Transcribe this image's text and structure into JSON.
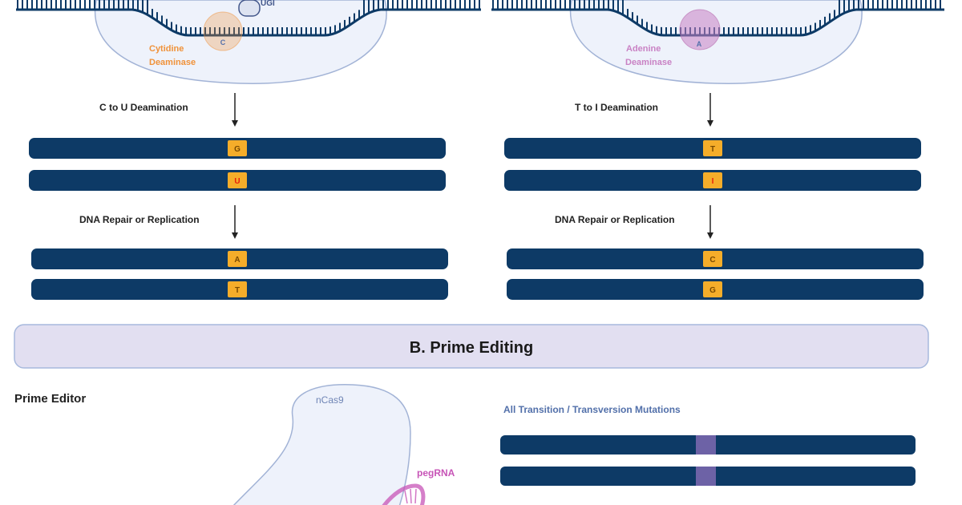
{
  "colors": {
    "strand": "#0d3a66",
    "base_box": "#f5ad2a",
    "base_text": "#7a4a00",
    "base_text_mut": "#e8200b",
    "cas_fill": "#eef2fb",
    "cas_stroke": "#a2b3d6",
    "cytidine": "#f0923a",
    "adenine": "#c982c4",
    "banner_fill": "#e2dff1",
    "banner_stroke": "#a7b9dd",
    "mut_box": "#6d62a6",
    "pegrna": "#c754b7",
    "label_blue": "#5270aa",
    "ugi_fill": "#dde3f1"
  },
  "cbe": {
    "ugi_label": "UGI",
    "deaminase_base": "C",
    "deaminase_line1": "Cytidine",
    "deaminase_line2": "Deaminase",
    "step1_label": "C to U Deamination",
    "step1_top_base": "G",
    "step1_bottom_base": "U",
    "step2_label": "DNA Repair or Replication",
    "step2_top_base": "A",
    "step2_bottom_base": "T"
  },
  "abe": {
    "deaminase_base": "A",
    "deaminase_line1": "Adenine",
    "deaminase_line2": "Deaminase",
    "step1_label": "T to I Deamination",
    "step1_top_base": "T",
    "step1_bottom_base": "I",
    "step2_label": "DNA Repair or Replication",
    "step2_top_base": "C",
    "step2_bottom_base": "G"
  },
  "prime": {
    "banner_title": "B. Prime Editing",
    "editor_label": "Prime Editor",
    "ncas9_label": "nCas9",
    "pegrna_label": "pegRNA",
    "mutations_label": "All Transition / Transversion Mutations"
  }
}
